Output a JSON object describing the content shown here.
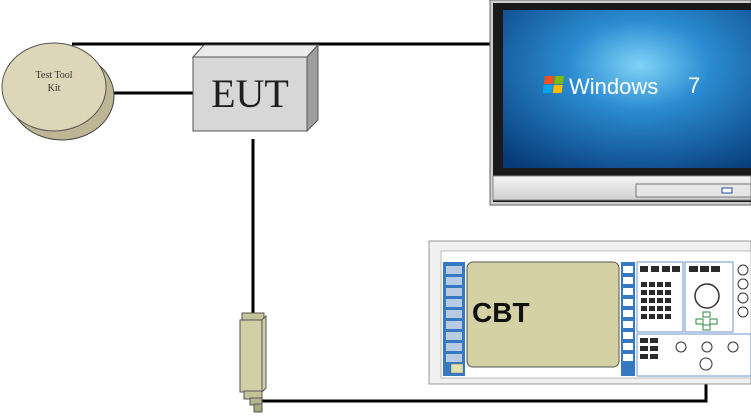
{
  "test_tool": {
    "line1": "Test Tool",
    "line2": "Kit"
  },
  "eut": {
    "label": "EUT"
  },
  "monitor": {
    "os_label": "Windows",
    "os_version": "7"
  },
  "cbt": {
    "label": "CBT"
  },
  "colors": {
    "line": "#000000",
    "kit_disk": "#d8d0b2",
    "eut_face": "#d6d6d6",
    "screen_blue": "#0e5fa8",
    "cbt_panel": "#d3d0a4",
    "cbt_body": "#f1f1f1",
    "connector": "#cfd0a6"
  }
}
